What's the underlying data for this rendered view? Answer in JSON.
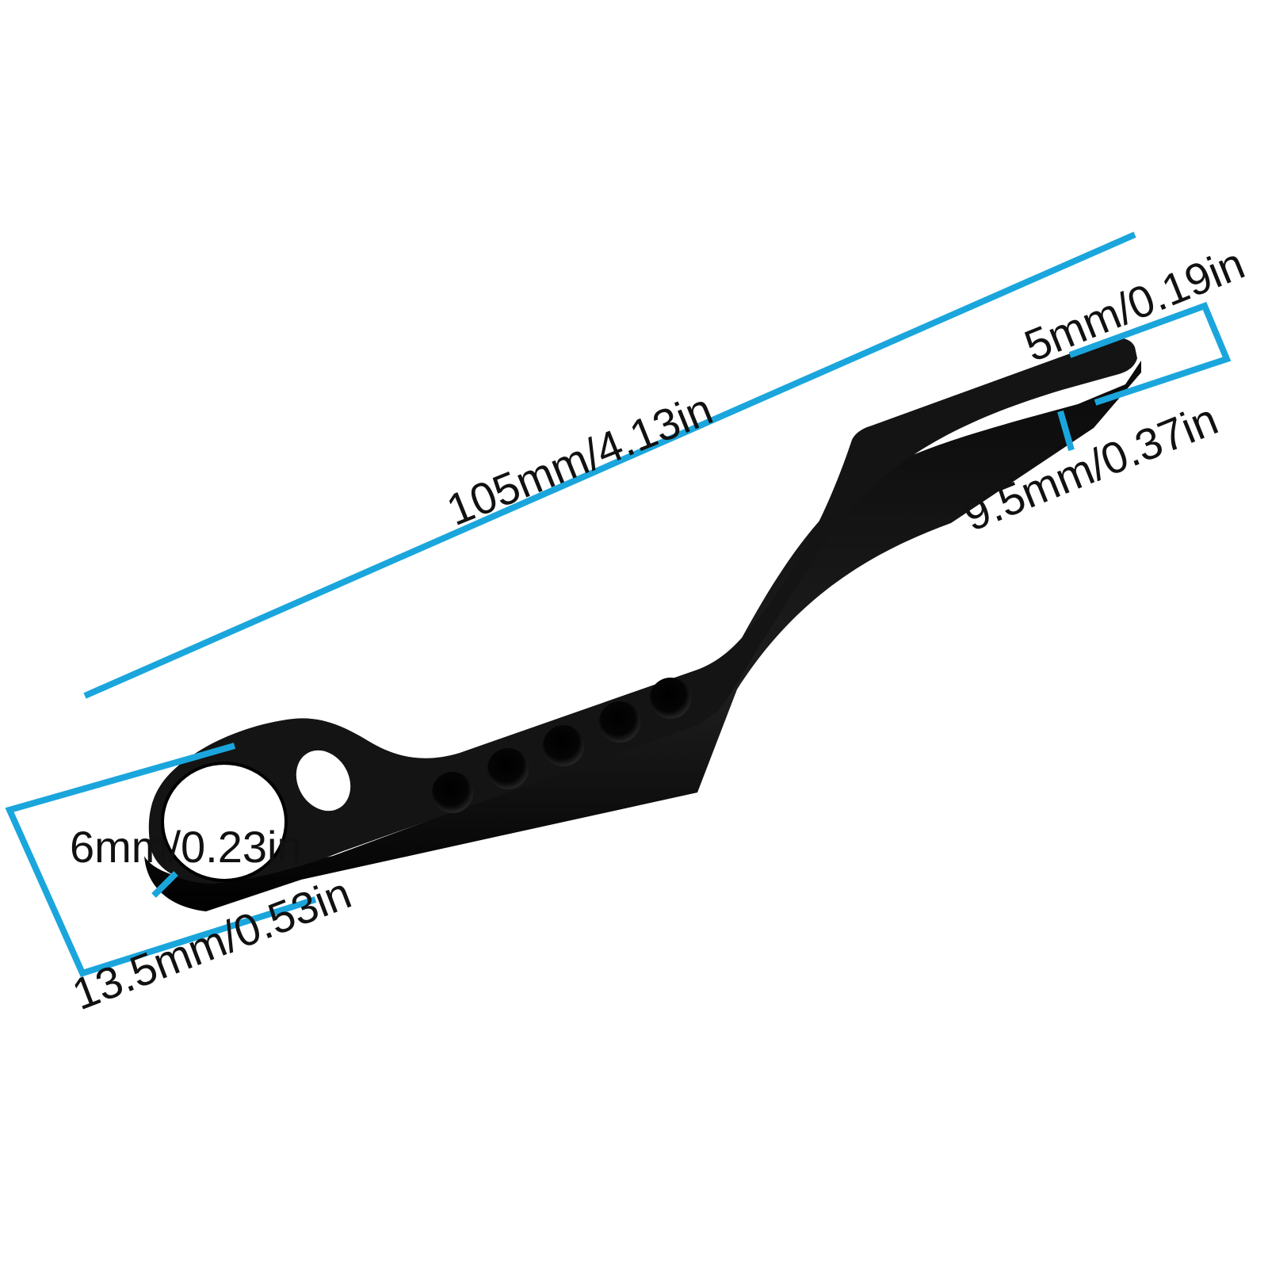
{
  "colors": {
    "background": "#ffffff",
    "dimension_line": "#1aa6dc",
    "part_face": "#141414",
    "part_side": "#050505",
    "label_text": "#111111"
  },
  "dimensions": {
    "overall_length": "105mm/4.13in",
    "tip_thickness": "5mm/0.19in",
    "arm_width": "9.5mm/0.37in",
    "hole_diameter": "6mm/0.23in",
    "head_width": "13.5mm/0.53in"
  }
}
